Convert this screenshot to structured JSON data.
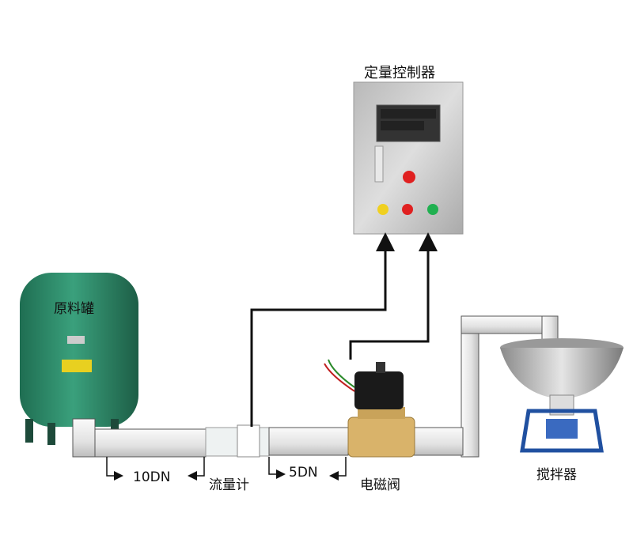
{
  "labels": {
    "controller": "定量控制器",
    "tank": "原料罐",
    "pipe_10dn": "10DN",
    "flowmeter": "流量计",
    "pipe_5dn": "5DN",
    "valve": "电磁阀",
    "mixer": "搅拌器"
  },
  "colors": {
    "tank": "#2f8f6e",
    "pipe": "#e6e6e6",
    "wire": "#111111",
    "valve_brass": "#d9b36a",
    "panel": "#c9c9c9",
    "btn_yellow": "#f0d020",
    "btn_red": "#e02020",
    "btn_green": "#20b050"
  }
}
